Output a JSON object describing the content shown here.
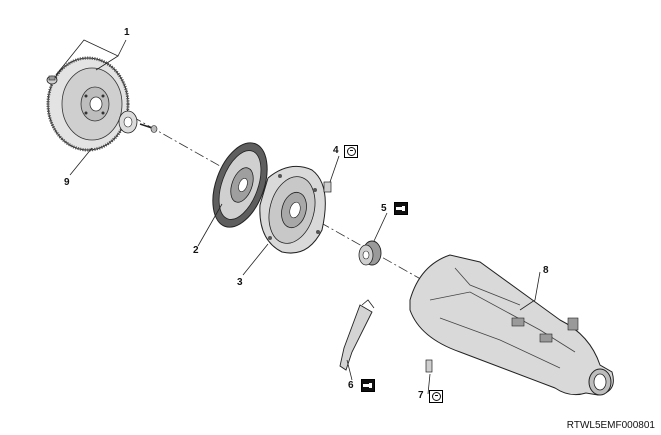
{
  "callouts": [
    {
      "id": "1",
      "label": "1"
    },
    {
      "id": "2",
      "label": "2"
    },
    {
      "id": "3",
      "label": "3"
    },
    {
      "id": "4",
      "label": "4"
    },
    {
      "id": "5",
      "label": "5"
    },
    {
      "id": "6",
      "label": "6"
    },
    {
      "id": "7",
      "label": "7"
    },
    {
      "id": "8",
      "label": "8"
    },
    {
      "id": "9",
      "label": "9"
    }
  ],
  "badges": {
    "torque_4": "torque-symbol",
    "grease_5": "grease-symbol",
    "grease_6": "grease-symbol",
    "torque_7": "torque-symbol"
  },
  "footer": {
    "code": "RTWL5EMF000801"
  },
  "colors": {
    "line": "#111111",
    "part_fill": "#d6d6d6",
    "part_dark": "#6e6e6e"
  }
}
